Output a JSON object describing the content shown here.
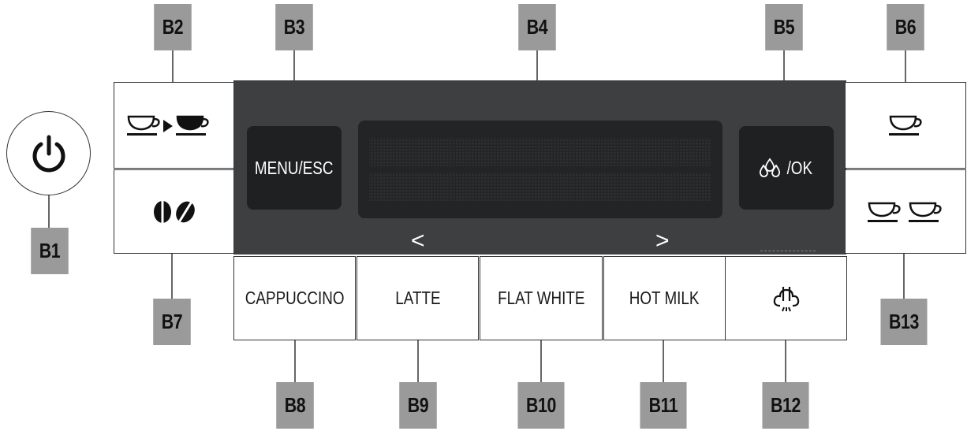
{
  "callouts": {
    "b1": "B1",
    "b2": "B2",
    "b3": "B3",
    "b4": "B4",
    "b5": "B5",
    "b6": "B6",
    "b7": "B7",
    "b8": "B8",
    "b9": "B9",
    "b10": "B10",
    "b11": "B11",
    "b12": "B12",
    "b13": "B13"
  },
  "panel": {
    "menu_esc_label": "MENU/ESC",
    "ok_label": "/OK",
    "left_arrow": "<",
    "right_arrow": ">"
  },
  "drink_buttons": {
    "cappuccino": "CAPPUCCINO",
    "latte": "LATTE",
    "flat_white": "FLAT WHITE",
    "hot_milk": "HOT MILK"
  },
  "icons": {
    "b1": "power-icon",
    "b2": "cup-to-cup-icon",
    "b5": "water-drops-icon",
    "b6": "single-cup-icon",
    "b7": "coffee-beans-icon",
    "b12": "steam-icon",
    "b13": "double-cup-icon"
  },
  "colors": {
    "panel": "#3e3f41",
    "dark_key": "#1f2022",
    "display": "#232426",
    "callout": "#9a9a9a"
  }
}
